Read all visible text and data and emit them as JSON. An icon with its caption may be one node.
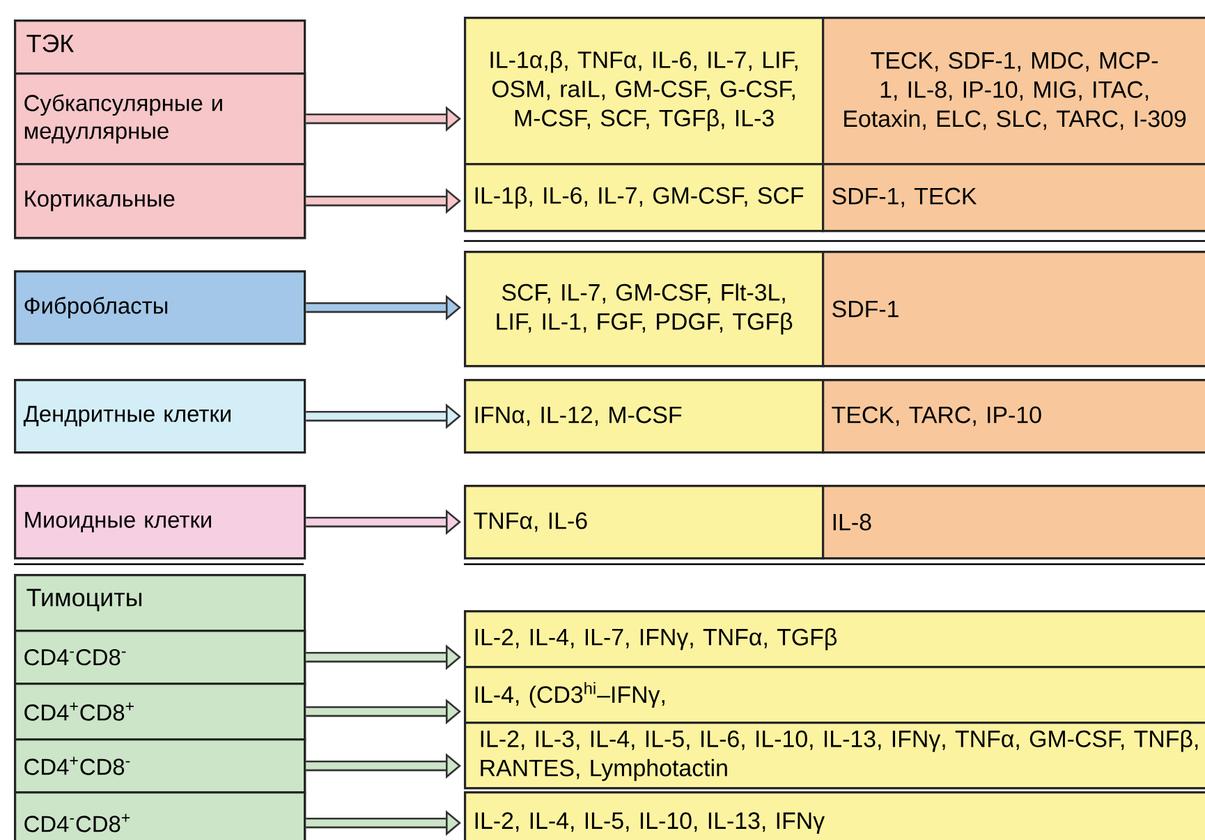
{
  "diagram": {
    "nodes": [
      {
        "text": [
          "ТЭК"
        ]
      },
      {
        "text": [
          "Субкапсулярные и медуллярные"
        ],
        "in": 0
      },
      {
        "text": [
          "Кортикальные"
        ],
        "in": 0
      },
      {
        "text": [
          "IL-1α,β, TNFα, IL-6, IL-7, LIF, OSM, raIL, GM-CSF, G-CSF, M-CSF, SCF, TGFβ, IL-3"
        ]
      },
      {
        "text": [
          "TECK, SDF-1, MDC, MCP-1, IL-8, IP-10, MIG, ITAC, Eotaxin, ELC, SLC, TARC, I-309"
        ]
      },
      {
        "text": [
          "IL-1β, IL-6, IL-7, GM-CSF, SCF"
        ]
      },
      {
        "text": [
          "SDF-1, TECK"
        ]
      },
      {
        "text": [
          "Фибробласты"
        ]
      },
      {
        "text": [
          "SCF, IL-7, GM-CSF, Flt-3L, LIF, IL-1, FGF, PDGF, TGFβ"
        ]
      },
      {
        "text": [
          "SDF-1"
        ]
      },
      {
        "text": [
          "Дендритные клетки"
        ]
      },
      {
        "text": [
          "IFNα, IL-12, M-CSF"
        ]
      },
      {
        "text": [
          "TECK, TARC, IP-10"
        ]
      },
      {
        "text": [
          "Миоидные клетки"
        ]
      },
      {
        "text": [
          "TNFα, IL-6"
        ]
      },
      {
        "text": [
          "IL-8"
        ]
      },
      {
        "text": [
          "Тимоциты"
        ]
      },
      {
        "text": [
          "CD4$^{-}$CD8$^{-}$"
        ],
        "in": 16
      },
      {
        "text": [
          "CD4$^{+}$CD8$^{+}$"
        ],
        "in": 16
      },
      {
        "text": [
          "CD4$^{+}$CD8$^{-}$"
        ],
        "in": 16
      },
      {
        "text": [
          "CD4$^{-}$CD8$^{+}$"
        ],
        "in": 16
      },
      {
        "text": [
          "IL-2, IL-4, IL-7, IFNγ, TNFα, TGFβ"
        ]
      },
      {
        "text": [
          "IL-4, (CD3$^{hi}$–IFNγ,"
        ]
      },
      {
        "text": [
          "IL-2, IL-3, IL-4, IL-5, IL-6, IL-10, IL-13, IFNγ, TNFα, GM-CSF, TNFβ, RANTES, Lymphotactin"
        ]
      },
      {
        "text": [
          "IL-2, IL-4, IL-5, IL-10, IL-13, IFNγ"
        ]
      }
    ],
    "edges": [
      {
        "from": 1,
        "to": 3,
        "arrow": "to"
      },
      {
        "from": 2,
        "to": 5,
        "arrow": "to"
      },
      {
        "from": 7,
        "to": 8,
        "arrow": "to"
      },
      {
        "from": 10,
        "to": 11,
        "arrow": "to"
      },
      {
        "from": 13,
        "to": 14,
        "arrow": "to"
      },
      {
        "from": 17,
        "to": 21,
        "arrow": "to"
      },
      {
        "from": 18,
        "to": 22,
        "arrow": "to"
      },
      {
        "from": 19,
        "to": 23,
        "arrow": "to"
      },
      {
        "from": 20,
        "to": 24,
        "arrow": "to"
      }
    ]
  }
}
